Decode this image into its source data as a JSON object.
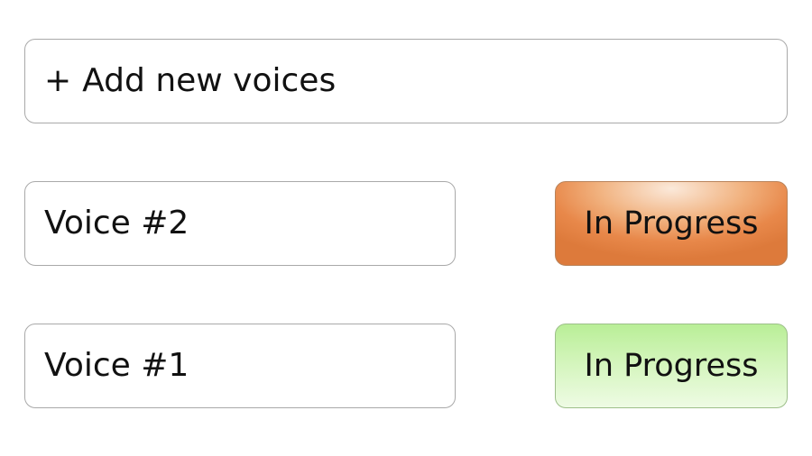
{
  "add_voice": {
    "plus": "+",
    "label": "Add new voices"
  },
  "voices": [
    {
      "name": "Voice #2",
      "status": "In Progress",
      "status_color": "#e8884a"
    },
    {
      "name": "Voice #1",
      "status": "In Progress",
      "status_color": "#c8f0a8"
    }
  ]
}
